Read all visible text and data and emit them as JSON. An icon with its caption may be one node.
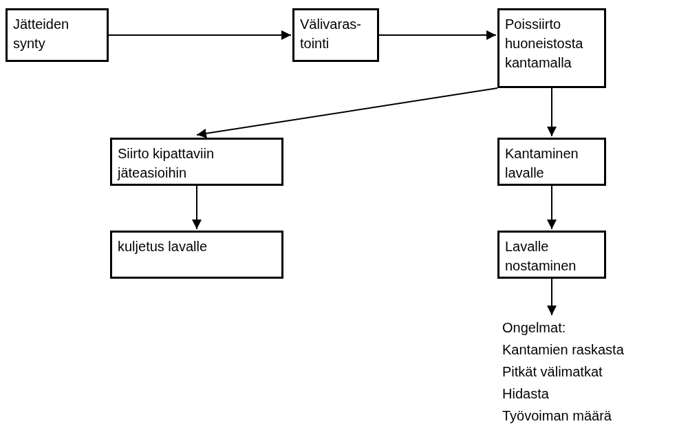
{
  "diagram": {
    "nodes": [
      {
        "text": [
          "Jätteiden synty"
        ]
      },
      {
        "text": [
          "Välivaras- tointi"
        ]
      },
      {
        "text": [
          "Poissiirto huoneistosta kantamalla"
        ]
      },
      {
        "text": [
          "Siirto kipattaviin jäteasioihin"
        ]
      },
      {
        "text": [
          "kuljetus lavalle"
        ]
      },
      {
        "text": [
          "Kantaminen lavalle"
        ]
      },
      {
        "text": [
          "Lavalle nostaminen"
        ]
      },
      {
        "text": [
          "Ongelmat:",
          "Kantamien raskasta",
          "Pitkät välimatkat",
          "Hidasta",
          "Työvoiman määrä"
        ]
      }
    ],
    "edges": [
      {
        "from": 0,
        "to": 1,
        "arrow": "to"
      },
      {
        "from": 1,
        "to": 2,
        "arrow": "to"
      },
      {
        "from": 2,
        "to": 3,
        "arrow": "to"
      },
      {
        "from": 2,
        "to": 5,
        "arrow": "to"
      },
      {
        "from": 3,
        "to": 4,
        "arrow": "to"
      },
      {
        "from": 5,
        "to": 6,
        "arrow": "to"
      },
      {
        "from": 6,
        "to": 7,
        "arrow": "to"
      }
    ]
  }
}
